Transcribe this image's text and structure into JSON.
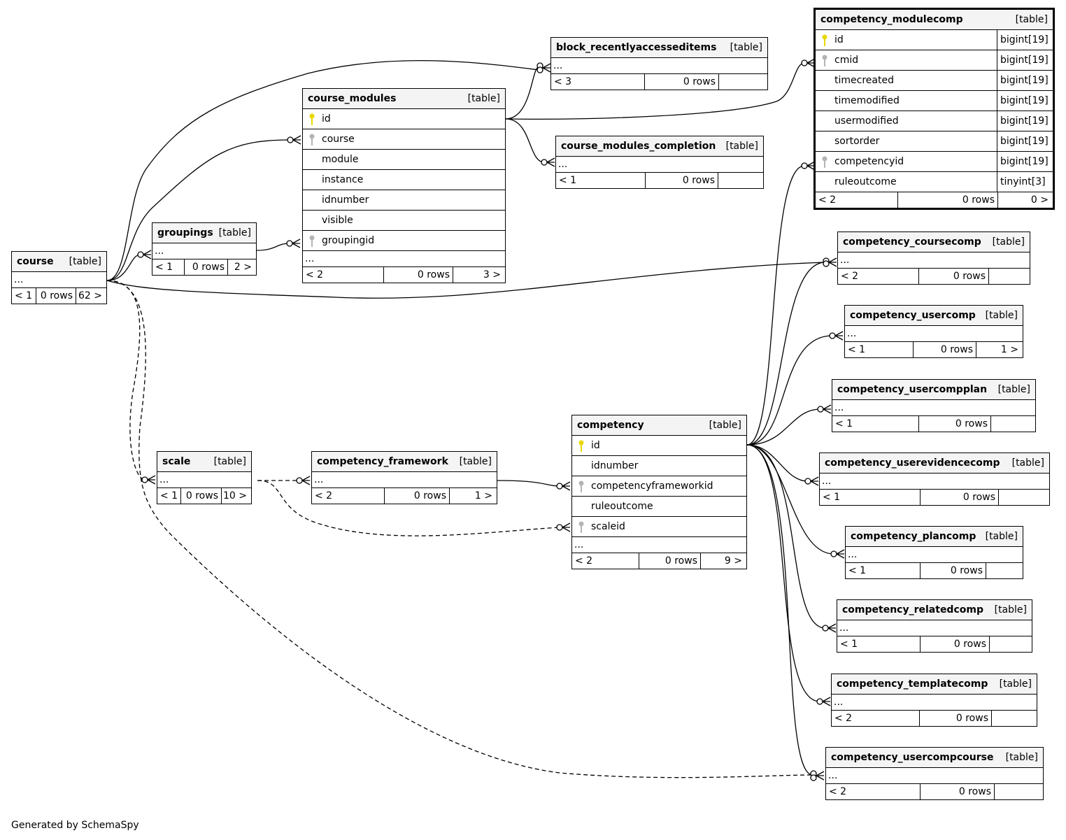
{
  "footer": "Generated by SchemaSpy",
  "tables": {
    "course": {
      "name": "course",
      "type": "[table]",
      "ellipsis": "...",
      "stats": [
        "< 1",
        "0 rows",
        "62 >"
      ]
    },
    "groupings": {
      "name": "groupings",
      "type": "[table]",
      "ellipsis": "...",
      "stats": [
        "< 1",
        "0 rows",
        "2 >"
      ]
    },
    "course_modules": {
      "name": "course_modules",
      "type": "[table]",
      "columns": [
        {
          "name": "id",
          "key": "primary"
        },
        {
          "name": "course",
          "key": "foreign"
        },
        {
          "name": "module",
          "key": ""
        },
        {
          "name": "instance",
          "key": ""
        },
        {
          "name": "idnumber",
          "key": ""
        },
        {
          "name": "visible",
          "key": ""
        },
        {
          "name": "groupingid",
          "key": "foreign"
        }
      ],
      "ellipsis": "...",
      "stats": [
        "< 2",
        "0 rows",
        "3 >"
      ]
    },
    "block_recentlyaccesseditems": {
      "name": "block_recentlyaccesseditems",
      "type": "[table]",
      "ellipsis": "...",
      "stats": [
        "< 3",
        "0 rows",
        ""
      ]
    },
    "course_modules_completion": {
      "name": "course_modules_completion",
      "type": "[table]",
      "ellipsis": "...",
      "stats": [
        "< 1",
        "0 rows",
        ""
      ]
    },
    "competency_modulecomp": {
      "name": "competency_modulecomp",
      "type": "[table]",
      "columns": [
        {
          "name": "id",
          "key": "primary",
          "type": "bigint[19]"
        },
        {
          "name": "cmid",
          "key": "foreign",
          "type": "bigint[19]"
        },
        {
          "name": "timecreated",
          "key": "",
          "type": "bigint[19]"
        },
        {
          "name": "timemodified",
          "key": "",
          "type": "bigint[19]"
        },
        {
          "name": "usermodified",
          "key": "",
          "type": "bigint[19]"
        },
        {
          "name": "sortorder",
          "key": "",
          "type": "bigint[19]"
        },
        {
          "name": "competencyid",
          "key": "foreign",
          "type": "bigint[19]"
        },
        {
          "name": "ruleoutcome",
          "key": "",
          "type": "tinyint[3]"
        }
      ],
      "stats": [
        "< 2",
        "0 rows",
        "0 >"
      ]
    },
    "competency_coursecomp": {
      "name": "competency_coursecomp",
      "type": "[table]",
      "ellipsis": "...",
      "stats": [
        "< 2",
        "0 rows",
        ""
      ]
    },
    "competency_usercomp": {
      "name": "competency_usercomp",
      "type": "[table]",
      "ellipsis": "...",
      "stats": [
        "< 1",
        "0 rows",
        "1 >"
      ]
    },
    "competency_usercompplan": {
      "name": "competency_usercompplan",
      "type": "[table]",
      "ellipsis": "...",
      "stats": [
        "< 1",
        "0 rows",
        ""
      ]
    },
    "competency_userevidencecomp": {
      "name": "competency_userevidencecomp",
      "type": "[table]",
      "ellipsis": "...",
      "stats": [
        "< 1",
        "0 rows",
        ""
      ]
    },
    "competency_plancomp": {
      "name": "competency_plancomp",
      "type": "[table]",
      "ellipsis": "...",
      "stats": [
        "< 1",
        "0 rows",
        ""
      ]
    },
    "competency_relatedcomp": {
      "name": "competency_relatedcomp",
      "type": "[table]",
      "ellipsis": "...",
      "stats": [
        "< 1",
        "0 rows",
        ""
      ]
    },
    "competency_templatecomp": {
      "name": "competency_templatecomp",
      "type": "[table]",
      "ellipsis": "...",
      "stats": [
        "< 2",
        "0 rows",
        ""
      ]
    },
    "competency_usercompcourse": {
      "name": "competency_usercompcourse",
      "type": "[table]",
      "ellipsis": "...",
      "stats": [
        "< 2",
        "0 rows",
        ""
      ]
    },
    "scale": {
      "name": "scale",
      "type": "[table]",
      "ellipsis": "...",
      "stats": [
        "< 1",
        "0 rows",
        "10 >"
      ]
    },
    "competency_framework": {
      "name": "competency_framework",
      "type": "[table]",
      "ellipsis": "...",
      "stats": [
        "< 2",
        "0 rows",
        "1 >"
      ]
    },
    "competency": {
      "name": "competency",
      "type": "[table]",
      "columns": [
        {
          "name": "id",
          "key": "primary"
        },
        {
          "name": "idnumber",
          "key": ""
        },
        {
          "name": "competencyframeworkid",
          "key": "foreign"
        },
        {
          "name": "ruleoutcome",
          "key": ""
        },
        {
          "name": "scaleid",
          "key": "foreign"
        }
      ],
      "ellipsis": "...",
      "stats": [
        "< 2",
        "0 rows",
        "9 >"
      ]
    }
  },
  "colors": {
    "primary_key": "#e8d800",
    "foreign_key": "#b4b4b4",
    "header_bg": "#f4f4f4"
  }
}
